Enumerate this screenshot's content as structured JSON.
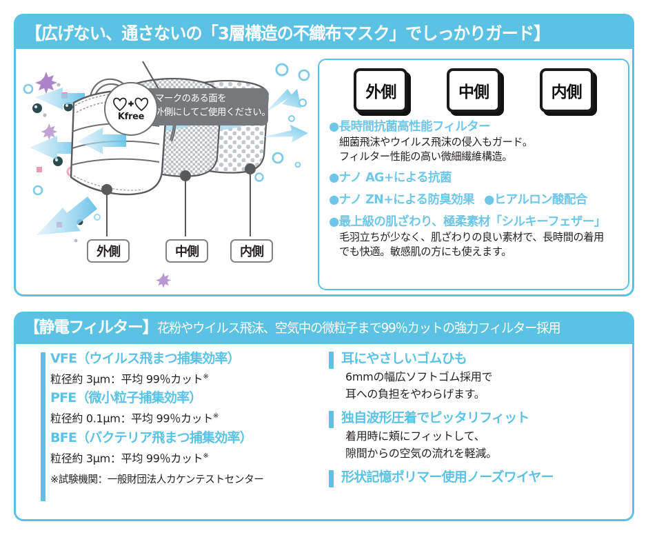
{
  "colors": {
    "accent": "#5bc2e4",
    "accent_soft": "#6ec6e8",
    "text": "#231f20",
    "gray": "#76787b"
  },
  "section_top": {
    "header": "【広げない、通さないの「3層構造の不織布マスク」でしっかりガード】",
    "callout": {
      "badge_name": "Kfree",
      "badge_icon": "two-hearts-plus-icon",
      "line1": "マークのある面を",
      "line2": "外側にしてご使用ください。"
    },
    "layer_chips": [
      "外側",
      "中側",
      "内側"
    ],
    "mask_labels": [
      "外側",
      "中側",
      "内側"
    ],
    "features": [
      {
        "head": "●長時間抗菌高性能フィルター",
        "desc": [
          "細菌飛沫やウイルス飛沫の侵入もガード。",
          "フィルター性能の高い微細繊維構造。"
        ]
      },
      {
        "head": "●ナノ AG+による抗菌",
        "desc": []
      },
      {
        "head": "●ナノ ZN+による防臭効果",
        "head2": "●ヒアルロン酸配合",
        "desc": []
      },
      {
        "head": "●最上級の肌ざわり、極柔素材「シルキーフェザー」",
        "desc": [
          "毛羽立ちが少なく、肌ざわりの良い素材で、長時間の着用",
          "でも快適。敏感肌の方にも使えます。"
        ]
      }
    ]
  },
  "section_bottom": {
    "header_strong": "【静電フィルター】",
    "header_rest": "花粉やウイルス飛沫、空気中の微粒子まで99％カットの強力フィルター採用",
    "left_specs": [
      {
        "title": "VFE（ウイルス飛まつ捕集効率）",
        "sub": "粒径約 3μm：平均 99％カット",
        "mark": "※"
      },
      {
        "title": "PFE（微小粒子捕集効率）",
        "sub": "粒径約 0.1μm：平均 99％カット",
        "mark": "※"
      },
      {
        "title": "BFE（バクテリア飛まつ捕集効率）",
        "sub": "粒径約 3μm：平均 99％カット",
        "mark": "※"
      }
    ],
    "footnote": "※試験機関：一般財団法人カケンテストセンター",
    "right_items": [
      {
        "title": "耳にやさしいゴムひも",
        "lines": [
          "6mmの幅広ソフトゴム採用で",
          "耳への負担をやわらげます。"
        ]
      },
      {
        "title": "独自波形圧着でピッタリフィット",
        "lines": [
          "着用時に頬にフィットして、",
          "隙間からの空気の流れを軽減。"
        ]
      },
      {
        "title": "形状記憶ポリマー使用ノーズワイヤー",
        "lines": []
      }
    ]
  }
}
